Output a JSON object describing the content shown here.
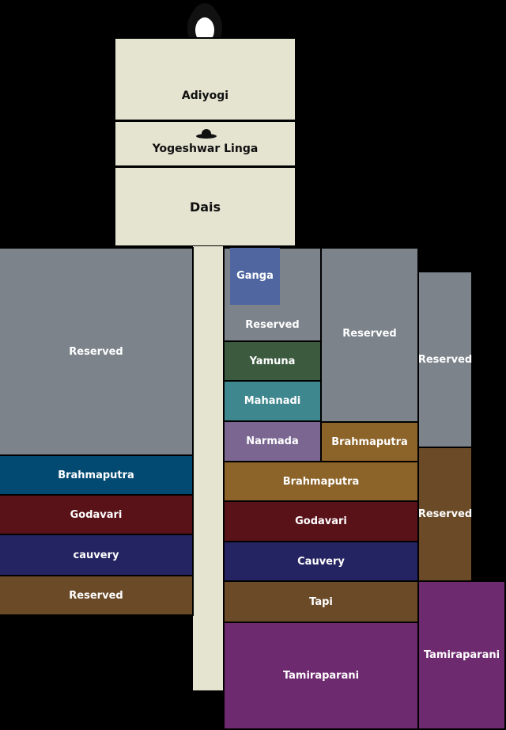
{
  "stage": {
    "adiyogi": "Adiyogi",
    "linga": "Yogeshwar Linga",
    "dais": "Dais",
    "icons": [
      "adiyogi-bust-icon",
      "linga-icon"
    ]
  },
  "left_column": [
    {
      "label": "Reserved",
      "color": "#7c838b"
    },
    {
      "label": "Brahmaputra",
      "color": "#034a72"
    },
    {
      "label": "Godavari",
      "color": "#5a1219"
    },
    {
      "label": "cauvery",
      "color": "#252462"
    },
    {
      "label": "Reserved",
      "color": "#6b4a27"
    }
  ],
  "center_column": [
    {
      "label": "Ganga",
      "color": "#4f66a0"
    },
    {
      "label": "Reserved",
      "color": "#7c838b"
    },
    {
      "label": "Yamuna",
      "color": "#3b5a3e"
    },
    {
      "label": "Mahanadi",
      "color": "#3f878e"
    },
    {
      "label": "Narmada",
      "color": "#7a6690"
    },
    {
      "label": "Brahmaputra",
      "color": "#8c6329"
    },
    {
      "label": "Godavari",
      "color": "#5a1219"
    },
    {
      "label": "Cauvery",
      "color": "#252462"
    },
    {
      "label": "Tapi",
      "color": "#6b4a27"
    },
    {
      "label": "Tamiraparani",
      "color": "#6e2a6f"
    }
  ],
  "right_inner_column": [
    {
      "label": "Reserved",
      "color": "#7c838b"
    },
    {
      "label": "Brahmaputra",
      "color": "#8c6329"
    }
  ],
  "right_outer_column": [
    {
      "label": "Reserved",
      "color": "#7c838b"
    },
    {
      "label": "Reserved",
      "color": "#6b4a27"
    },
    {
      "label": "Tamiraparani",
      "color": "#6e2a6f"
    }
  ],
  "colors": {
    "stage": "#e5e4d1",
    "background": "#000000"
  }
}
